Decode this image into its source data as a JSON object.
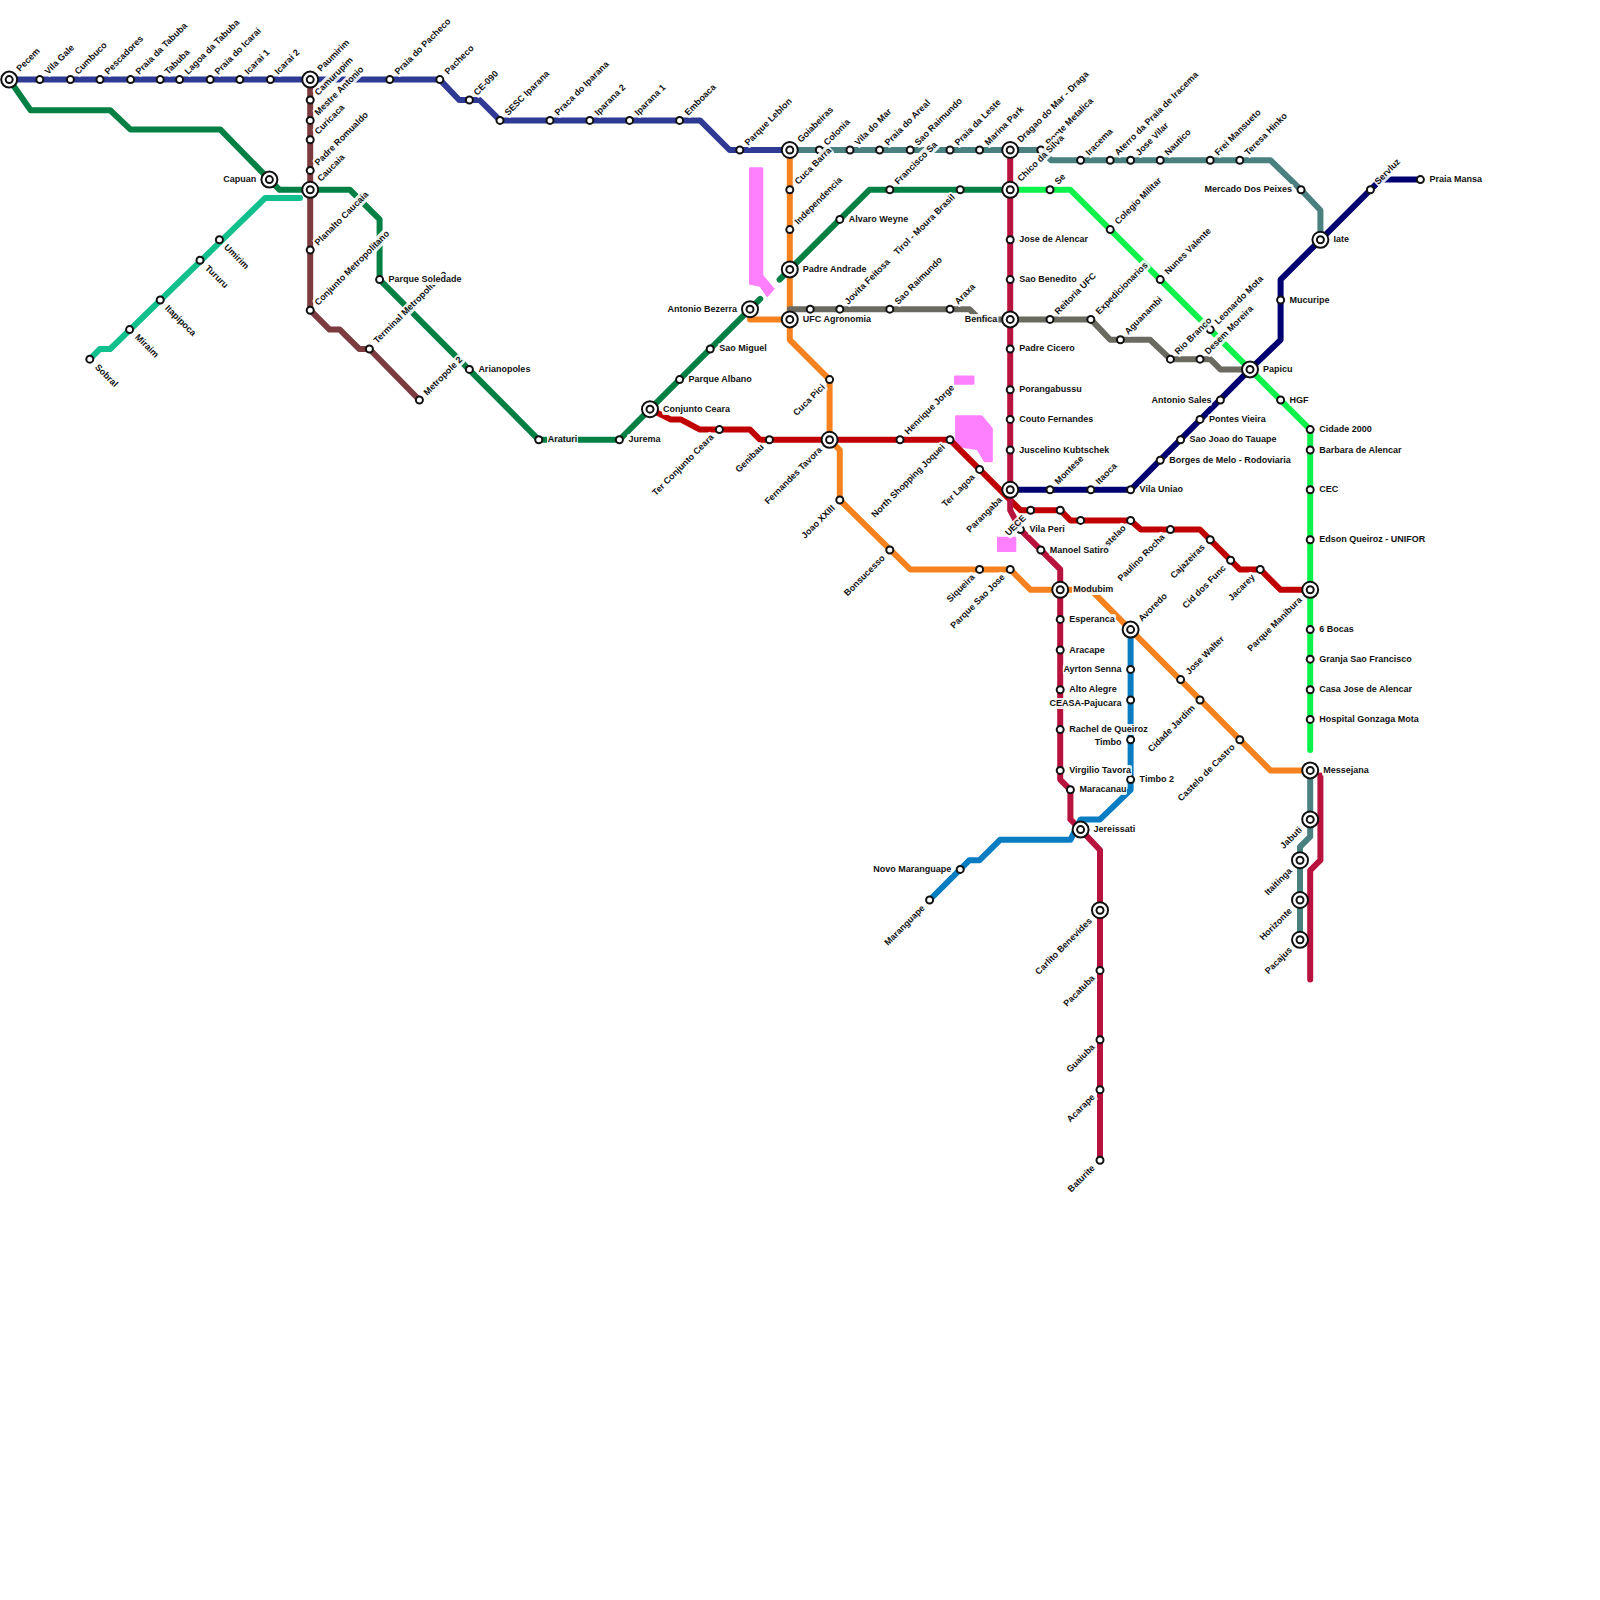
{
  "diagram": {
    "labels": [
      "Pecem",
      "Vila Gale",
      "Cumbuco",
      "Pescadores",
      "Praia da Tabuba",
      "Tabuba",
      "Lagoa da Tabuba",
      "Praia do Icarai",
      "Icarai 1",
      "Icarai 2",
      "Paumirim",
      "Camurupim",
      "Mestre Antonio",
      "Curicaca",
      "Padre Romualdo",
      "Caucaia",
      "Planalto Caucaia",
      "Conjunto Metropolitano",
      "Terminal Metropolitano",
      "Metropole 2",
      "Praia do Pacheco",
      "Pacheco",
      "CE-090",
      "SESC Iparana",
      "Praca do Iparana",
      "Iparana 2",
      "Iparana 1",
      "Emboaca",
      "Parque Leblon",
      "Goiabeiras",
      "Capuan",
      "Umirim",
      "Tururu",
      "Itapipoca",
      "Miraim",
      "Sobral",
      "Parque Soledade",
      "Arianopoles",
      "Araturi",
      "Jurema",
      "Conjunto Ceara",
      "Parque Albano",
      "Sao Miguel",
      "Antonio Bezerra",
      "Cuca Barra",
      "Independencia",
      "Padre Andrade",
      "UFC Agronomia",
      "Jovita Feitosa",
      "Sao Raimundo",
      "Araxa",
      "Benfica",
      "Reitoria UFC",
      "Expedicionarios",
      "Aguanambi",
      "Rio Branco",
      "Desem Moreira",
      "Papicu",
      "Colonia",
      "Vila do Mar",
      "Praia do Areal",
      "Sao Raimundo",
      "Praia da Leste",
      "Marina Park",
      "Dragao do Mar - Draga",
      "Ponte Metalica",
      "Iracema",
      "Aterro da Praia de Iracema",
      "Jose Vilar",
      "Nautico",
      "Frei Mansueto",
      "Teresa Hinko",
      "Mercado Dos Peixes",
      "Iate",
      "Servluz",
      "Praia Mansa",
      "Mucuripe",
      "Alvaro Weyne",
      "Francisco Sa",
      "Tirol - Moura Brasil",
      "Chico da Silva",
      "Se",
      "Colegio Militar",
      "Nunes Valente",
      "Leonardo Mota",
      "HGF",
      "Cidade 2000",
      "Barbara de Alencar",
      "CEC",
      "Edson Queiroz - UNIFOR",
      "Parque Manibura",
      "6 Bocas",
      "Granja Sao Francisco",
      "Casa Jose de Alencar",
      "Hospital Gonzaga Mota",
      "Messejana",
      "Jabuti",
      "Itaitinga",
      "Horizonte",
      "Pacajus",
      "Antonio Sales",
      "Pontes Vieira",
      "Sao Joao do Tauape",
      "Borges de Melo - Rodoviaria",
      "Vila Uniao",
      "Itaoca",
      "Montese",
      "Parangaba",
      "Ter Conjunto Ceara",
      "Genibau",
      "Fernandes Tavora",
      "Henrique Jorge",
      "North Shopping Joquei",
      "Ter Lagoa",
      "UECE",
      "Castelao",
      "Paulino Rocha",
      "Cajazeiras",
      "Cid dos Func",
      "Jacarey",
      "Jose de Alencar",
      "Sao Benedito",
      "Padre Cicero",
      "Porangabussu",
      "Couto Fernandes",
      "Juscelino Kubtschek",
      "Vila Peri",
      "Manoel Satiro",
      "Modubim",
      "Esperanca",
      "Aracape",
      "Alto Alegre",
      "Rachel de Queiroz",
      "Virgilio Tavora",
      "Maracanau",
      "Jereissati",
      "Carlito Benevides",
      "Pacatuba",
      "Guaiuba",
      "Acarape",
      "Baturite",
      "Novo Maranguape",
      "Maranguape",
      "Timbo 2",
      "Timbo",
      "CEASA-Pajucara",
      "Ayrton Senna",
      "Avoredo",
      "Cuca Pici",
      "Joao XXIII",
      "Bonsucesso",
      "Siqueira",
      "Parque Sao Jose",
      "Jose Walter",
      "Cidade Jardim",
      "Castelo de Castro"
    ]
  }
}
